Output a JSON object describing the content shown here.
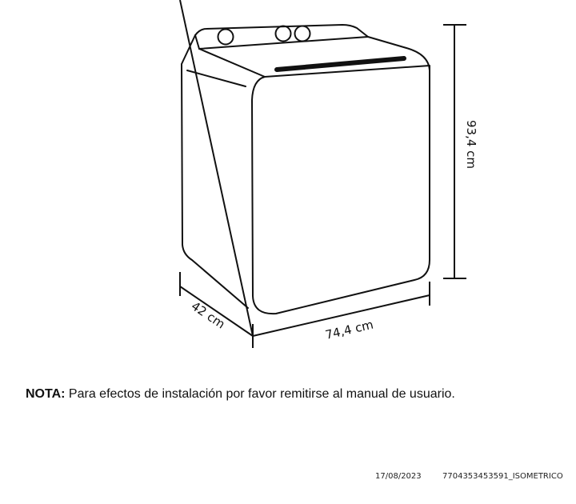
{
  "diagram": {
    "type": "isometric product dimension drawing",
    "subject": "top-load washing machine",
    "dimensions": {
      "height": "93,4 cm",
      "width": "74,4 cm",
      "depth": "42 cm"
    },
    "colors": {
      "line": "#111111",
      "background": "#ffffff"
    }
  },
  "note": {
    "label": "NOTA:",
    "text": "Para efectos de instalación por favor remitirse al manual de usuario."
  },
  "footer": {
    "date": "17/08/2023",
    "code": "7704353453591_ISOMETRICO"
  }
}
